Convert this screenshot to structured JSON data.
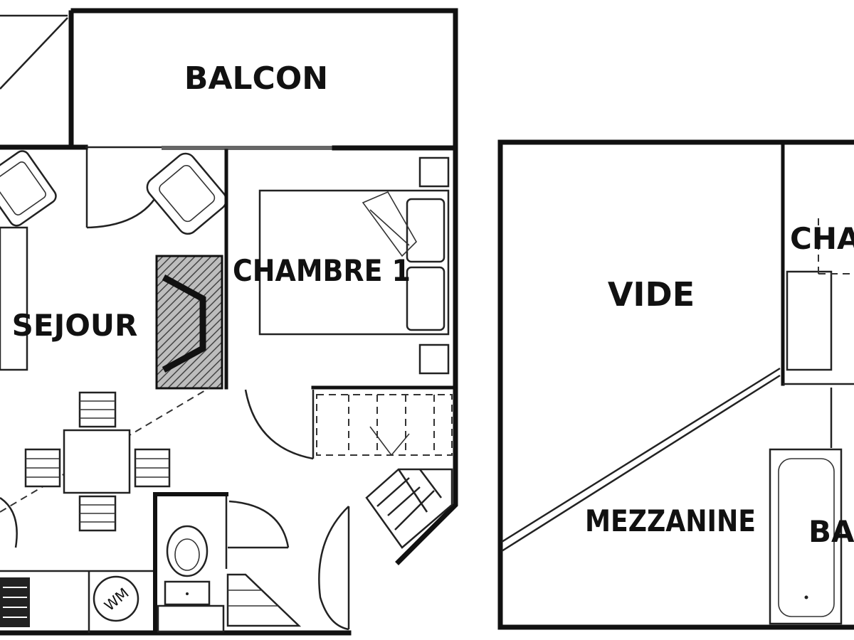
{
  "plan": {
    "rooms": {
      "balcon": "BALCON",
      "sejour": "SEJOUR",
      "chambre1": "CHAMBRE 1",
      "vide": "VIDE",
      "mezzanine": "MEZZANINE",
      "chambre2_partial": "CHA",
      "bain_partial": "BA"
    },
    "fixtures": {
      "wm": "WM"
    }
  }
}
